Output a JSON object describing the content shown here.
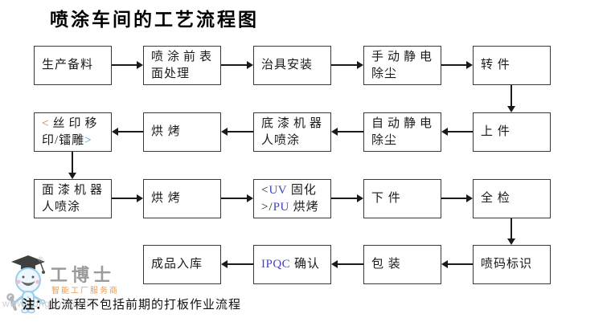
{
  "title": "喷涂车间的工艺流程图",
  "note": {
    "prefix": "注：",
    "text": "此流程不包括前期的打板作业流程"
  },
  "watermark": {
    "brand": "工博士",
    "registered": "®",
    "tagline": "智能工厂服务商",
    "url": "www.gongboshi.com"
  },
  "colors": {
    "box_border": "#3a3a3a",
    "arrow": "#1a1a1a",
    "bracket_open_orange": "#c07828",
    "bracket_close_teal": "#2f9fc0",
    "latin_text_indigo": "#4343bd",
    "brand_gray": "#9b9b9b",
    "tagline_orange": "#f09a4b",
    "url_gray": "#cfcfcf"
  },
  "flow": {
    "boxes": {
      "materials": {
        "l1": "生产备料"
      },
      "surface_pretreatment": {
        "l1": "喷涂前表",
        "l2": "面处理"
      },
      "jig_install": {
        "l1": "治具安装"
      },
      "manual_static_dedust": {
        "l1": "手动静电",
        "l2": "除尘"
      },
      "transfer_part": {
        "l1": "转 件"
      },
      "silk_print": {
        "open": "<",
        "l1": "丝印移",
        "l2": "印/镭雕",
        "close": ">"
      },
      "baking1": {
        "l1": "烘 烤"
      },
      "primer_robot_spray": {
        "l1": "底漆机器",
        "l2": "人喷涂"
      },
      "auto_static_dedust": {
        "l1": "自动静电",
        "l2": "除尘"
      },
      "load_part": {
        "l1": "上 件"
      },
      "topcoat_robot_spray": {
        "l1": "面漆机器",
        "l2": "人喷涂"
      },
      "baking2": {
        "l1": "烘 烤"
      },
      "uv_pu_baking": {
        "open": "<",
        "latin1": "UV",
        "rest1": " 固化",
        "close": ">/",
        "latin2": "PU",
        "rest2": " 烘烤"
      },
      "unload_part": {
        "l1": "下 件"
      },
      "full_inspection": {
        "l1": "全 检"
      },
      "finished_storage": {
        "l1": "成品入库"
      },
      "ipqc_confirm": {
        "latin": "IPQC",
        "rest": " 确认"
      },
      "packing": {
        "l1": "包 装"
      },
      "inkjet_marking": {
        "l1": "喷码标识"
      }
    },
    "edges": [
      {
        "from": "生产备料",
        "to": "喷涂前表面处理",
        "dir": "right"
      },
      {
        "from": "喷涂前表面处理",
        "to": "治具安装",
        "dir": "right"
      },
      {
        "from": "治具安装",
        "to": "手动静电除尘",
        "dir": "right"
      },
      {
        "from": "手动静电除尘",
        "to": "转 件",
        "dir": "right"
      },
      {
        "from": "转 件",
        "to": "上 件",
        "dir": "down"
      },
      {
        "from": "上 件",
        "to": "自动静电除尘",
        "dir": "left"
      },
      {
        "from": "自动静电除尘",
        "to": "底漆机器人喷涂",
        "dir": "left"
      },
      {
        "from": "底漆机器人喷涂",
        "to": "烘 烤",
        "dir": "left"
      },
      {
        "from": "烘 烤",
        "to": "<丝印移印/镭雕>",
        "dir": "left"
      },
      {
        "from": "<丝印移印/镭雕>",
        "to": "面漆机器人喷涂",
        "dir": "down"
      },
      {
        "from": "面漆机器人喷涂",
        "to": "烘 烤",
        "dir": "right"
      },
      {
        "from": "烘 烤",
        "to": "<UV 固化>/PU 烘烤",
        "dir": "right"
      },
      {
        "from": "<UV 固化>/PU 烘烤",
        "to": "下 件",
        "dir": "right"
      },
      {
        "from": "下 件",
        "to": "全 检",
        "dir": "right"
      },
      {
        "from": "全 检",
        "to": "喷码标识",
        "dir": "down"
      },
      {
        "from": "喷码标识",
        "to": "包 装",
        "dir": "left"
      },
      {
        "from": "包 装",
        "to": "IPQC 确认",
        "dir": "left"
      },
      {
        "from": "IPQC 确认",
        "to": "成品入库",
        "dir": "left"
      }
    ]
  }
}
